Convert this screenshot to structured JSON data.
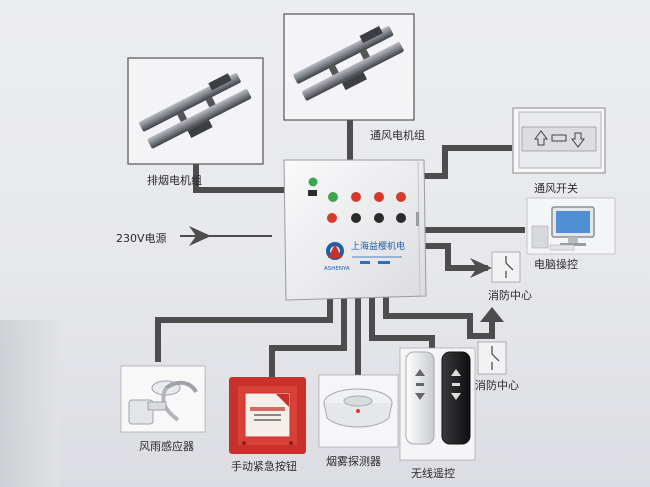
{
  "labels": {
    "smoke_motor_group": "排烟电机组",
    "vent_motor_group": "通风电机组",
    "vent_switch": "通风开关",
    "computer_control": "电脑操控",
    "fire_center_1": "消防中心",
    "fire_center_2": "消防中心",
    "power_input": "230V电源",
    "wind_rain_sensor": "风雨感应器",
    "manual_emergency_button": "手动紧急按钮",
    "smoke_detector": "烟雾探测器",
    "wireless_remote": "无线遥控"
  },
  "control_box": {
    "brand_name": "上海益樱机电",
    "brand_sub": "ASHENYA"
  },
  "colors": {
    "line": "#4d4d4d",
    "box": "#f1f1f3",
    "red_light": "#d63a2a",
    "green_light": "#3aa84a",
    "brand_blue": "#1c5fae",
    "brand_red": "#c8322a"
  }
}
